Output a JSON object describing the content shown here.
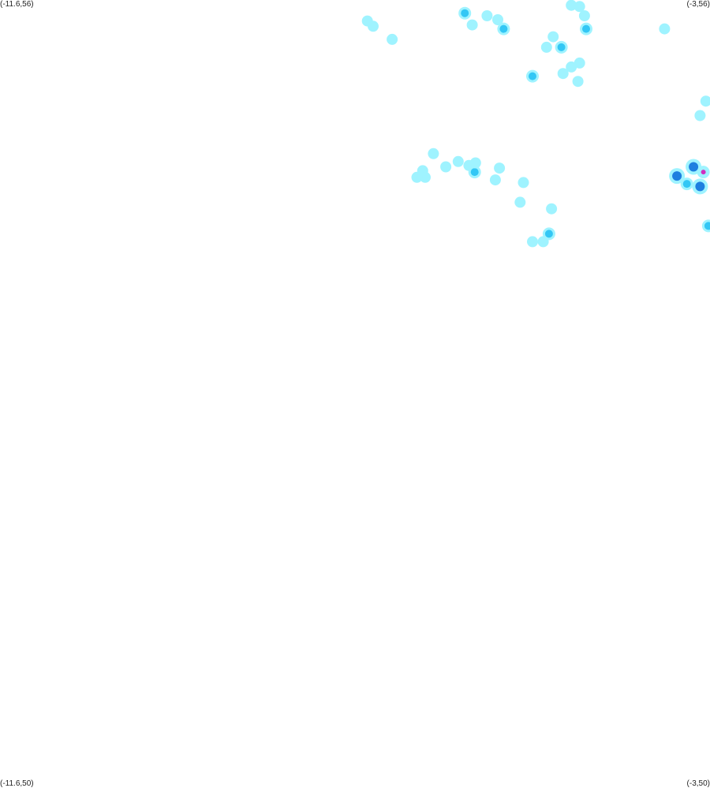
{
  "map": {
    "corners": {
      "top_left": "(-11.6,56)",
      "top_right": "(-3,56)",
      "bottom_left": "(-11.6,50)",
      "bottom_right": "(-3,50)"
    },
    "bounds": {
      "lon_min": -11.6,
      "lon_max": -3,
      "lat_min": 50,
      "lat_max": 56
    },
    "intensity_colors": {
      "light": "#9ff3ff",
      "medium": "#33c7f5",
      "heavy": "#1e7fe0",
      "very_heavy": "#d030c0"
    },
    "echoes": [
      {
        "lon": -7.15,
        "lat": 55.84,
        "level": "light"
      },
      {
        "lon": -7.08,
        "lat": 55.8,
        "level": "light"
      },
      {
        "lon": -6.85,
        "lat": 55.7,
        "level": "light"
      },
      {
        "lon": -5.97,
        "lat": 55.9,
        "level": "medium"
      },
      {
        "lon": -5.7,
        "lat": 55.88,
        "level": "light"
      },
      {
        "lon": -5.57,
        "lat": 55.85,
        "level": "light"
      },
      {
        "lon": -5.5,
        "lat": 55.78,
        "level": "medium"
      },
      {
        "lon": -5.88,
        "lat": 55.81,
        "level": "light"
      },
      {
        "lon": -4.68,
        "lat": 55.96,
        "level": "light"
      },
      {
        "lon": -4.58,
        "lat": 55.95,
        "level": "light"
      },
      {
        "lon": -4.52,
        "lat": 55.88,
        "level": "light"
      },
      {
        "lon": -4.5,
        "lat": 55.78,
        "level": "medium"
      },
      {
        "lon": -4.9,
        "lat": 55.72,
        "level": "light"
      },
      {
        "lon": -4.8,
        "lat": 55.64,
        "level": "medium"
      },
      {
        "lon": -4.98,
        "lat": 55.64,
        "level": "light"
      },
      {
        "lon": -4.58,
        "lat": 55.52,
        "level": "light"
      },
      {
        "lon": -4.68,
        "lat": 55.49,
        "level": "light"
      },
      {
        "lon": -4.78,
        "lat": 55.44,
        "level": "light"
      },
      {
        "lon": -5.15,
        "lat": 55.42,
        "level": "medium"
      },
      {
        "lon": -4.6,
        "lat": 55.38,
        "level": "light"
      },
      {
        "lon": -3.55,
        "lat": 55.78,
        "level": "light"
      },
      {
        "lon": -3.05,
        "lat": 55.23,
        "level": "light"
      },
      {
        "lon": -3.12,
        "lat": 55.12,
        "level": "light"
      },
      {
        "lon": -6.35,
        "lat": 54.83,
        "level": "light"
      },
      {
        "lon": -6.05,
        "lat": 54.77,
        "level": "light"
      },
      {
        "lon": -6.2,
        "lat": 54.73,
        "level": "light"
      },
      {
        "lon": -5.92,
        "lat": 54.74,
        "level": "light"
      },
      {
        "lon": -5.85,
        "lat": 54.69,
        "level": "medium"
      },
      {
        "lon": -5.84,
        "lat": 54.76,
        "level": "light"
      },
      {
        "lon": -6.48,
        "lat": 54.7,
        "level": "light"
      },
      {
        "lon": -6.45,
        "lat": 54.65,
        "level": "light"
      },
      {
        "lon": -6.55,
        "lat": 54.65,
        "level": "light"
      },
      {
        "lon": -5.6,
        "lat": 54.63,
        "level": "light"
      },
      {
        "lon": -5.55,
        "lat": 54.72,
        "level": "light"
      },
      {
        "lon": -5.26,
        "lat": 54.61,
        "level": "light"
      },
      {
        "lon": -5.3,
        "lat": 54.46,
        "level": "light"
      },
      {
        "lon": -4.92,
        "lat": 54.41,
        "level": "light"
      },
      {
        "lon": -4.95,
        "lat": 54.22,
        "level": "medium"
      },
      {
        "lon": -5.02,
        "lat": 54.16,
        "level": "light"
      },
      {
        "lon": -5.15,
        "lat": 54.16,
        "level": "light"
      },
      {
        "lon": -3.4,
        "lat": 54.66,
        "level": "heavy"
      },
      {
        "lon": -3.2,
        "lat": 54.73,
        "level": "heavy"
      },
      {
        "lon": -3.08,
        "lat": 54.69,
        "level": "very_heavy"
      },
      {
        "lon": -3.28,
        "lat": 54.6,
        "level": "medium"
      },
      {
        "lon": -3.12,
        "lat": 54.58,
        "level": "heavy"
      },
      {
        "lon": -3.02,
        "lat": 54.28,
        "level": "medium"
      }
    ]
  }
}
